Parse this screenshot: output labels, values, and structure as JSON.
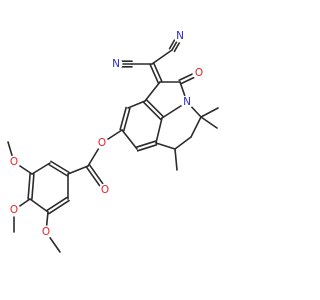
{
  "colors": {
    "bond": "#2b2b2b",
    "oxygen": "#e8212c",
    "nitrogen": "#2b2ccd",
    "background": "#ffffff"
  },
  "labels": {
    "n_triple_top": "N",
    "n_triple_left": "N",
    "o_ketone": "O",
    "n_ring": "N",
    "o_ester_link": "O",
    "o_ester_carbonyl": "O",
    "o_methoxy_top": "O",
    "o_methoxy_mid": "O",
    "o_methoxy_bottom": "O"
  }
}
